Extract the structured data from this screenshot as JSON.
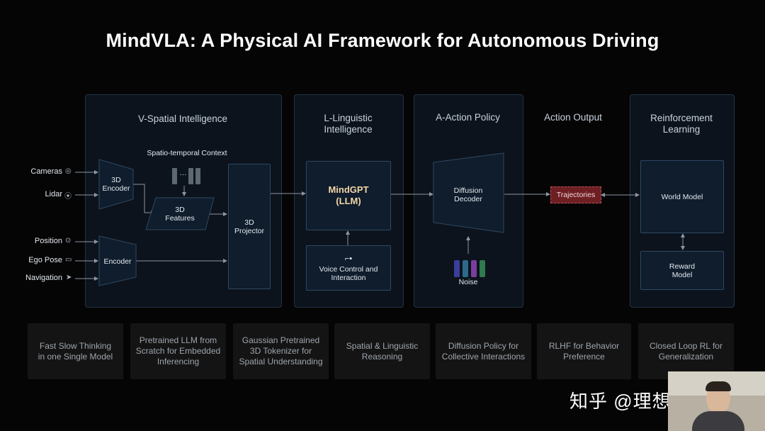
{
  "title": "MindVLA: A Physical AI Framework for Autonomous Driving",
  "panels": {
    "v_spatial": "V-Spatial Intelligence",
    "l_linguistic": "L-Linguistic\nIntelligence",
    "a_action": "A-Action Policy",
    "action_output": "Action Output",
    "reinforcement": "Reinforcement\nLearning"
  },
  "inputs": {
    "cameras": "Cameras",
    "lidar": "Lidar",
    "position": "Position",
    "ego_pose": "Ego Pose",
    "navigation": "Navigation"
  },
  "blocks": {
    "encoder_3d": "3D\nEncoder",
    "spatio_context": "Spatio-temporal Context",
    "features_3d": "3D\nFeatures",
    "encoder": "Encoder",
    "projector_3d": "3D\nProjector",
    "mindgpt": "MindGPT\n(LLM)",
    "voice_control": "Voice Control and\nInteraction",
    "diffusion_decoder": "Diffusion\nDecoder",
    "noise": "Noise",
    "trajectories": "Trajectories",
    "world_model": "World Model",
    "reward_model": "Reward\nModel"
  },
  "features": [
    "Fast Slow Thinking\nin one Single Model",
    "Pretrained LLM from\nScratch for Embedded\nInferencing",
    "Gaussian Pretrained\n3D Tokenizer for\nSpatial Understanding",
    "Spatial & Linguistic\nReasoning",
    "Diffusion Policy for\nCollective Interactions",
    "RLHF for Behavior\nPreference",
    "Closed Loop RL for\nGeneralization"
  ],
  "watermark": "知乎 @理想TOP2",
  "colors": {
    "background": "#050505",
    "panel": "#0c131c",
    "mindgpt_text": "#f4d7a8",
    "trajectories_fill": "#6e1f24",
    "noise_bars": [
      "#3a3f9c",
      "#2c6a8c",
      "#7a3f9e",
      "#2f7a4e"
    ]
  }
}
